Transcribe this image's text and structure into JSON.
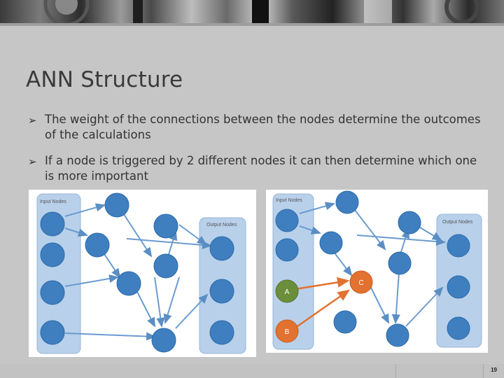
{
  "slide": {
    "title": "ANN Structure",
    "page_number": "19",
    "bullets": [
      {
        "text": "The weight of the connections between the nodes determine the outcomes of the calculations"
      },
      {
        "text": "If a node is triggered by 2 different nodes it can then determine which one is more important"
      }
    ]
  },
  "diagram_left": {
    "input_label": "Input Nodes",
    "output_label": "Output Nodes"
  },
  "diagram_right": {
    "input_label": "Input Nodes",
    "output_label": "Output Nodes",
    "node_a": "A",
    "node_b": "B",
    "node_c": "C"
  },
  "colors": {
    "node_blue": "#3f7fc0",
    "node_green": "#6b8e3a",
    "node_orange": "#e3712f",
    "panel": "#b8d0ea"
  }
}
